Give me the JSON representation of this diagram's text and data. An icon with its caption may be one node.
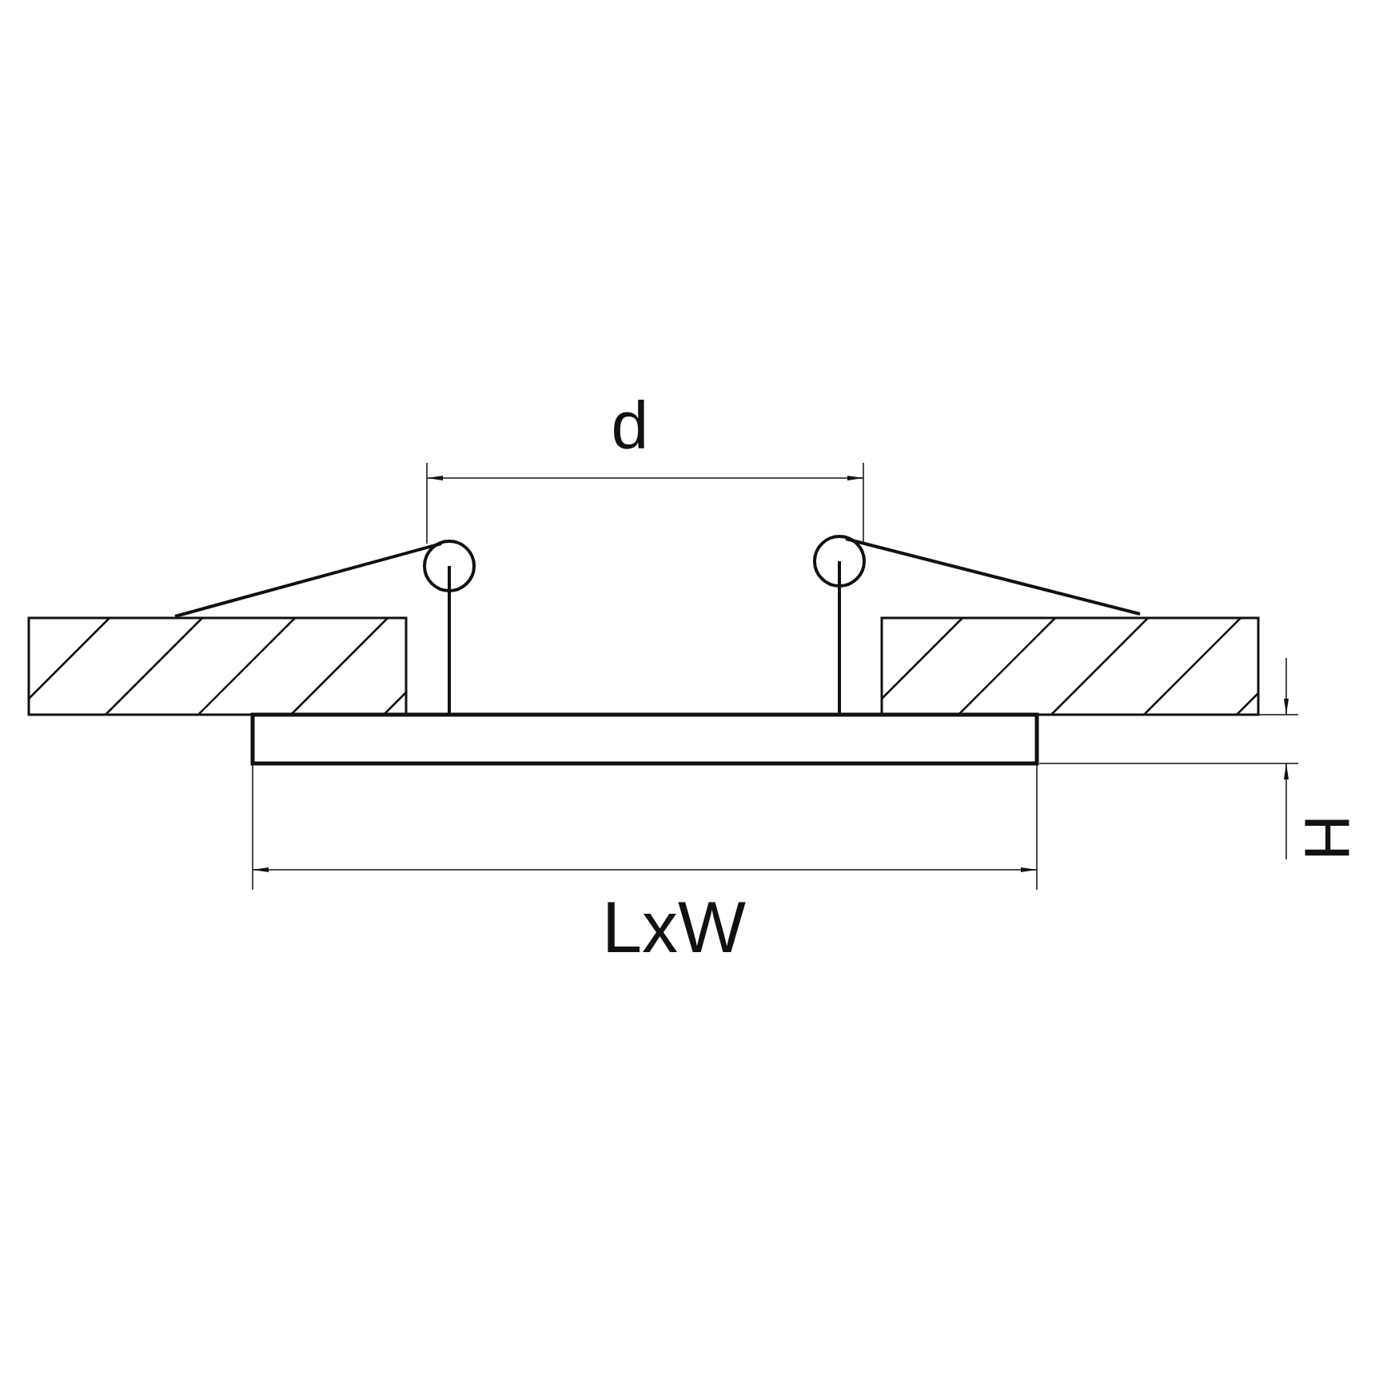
{
  "diagram": {
    "labels": [
      "d",
      "LxW",
      "H"
    ]
  }
}
